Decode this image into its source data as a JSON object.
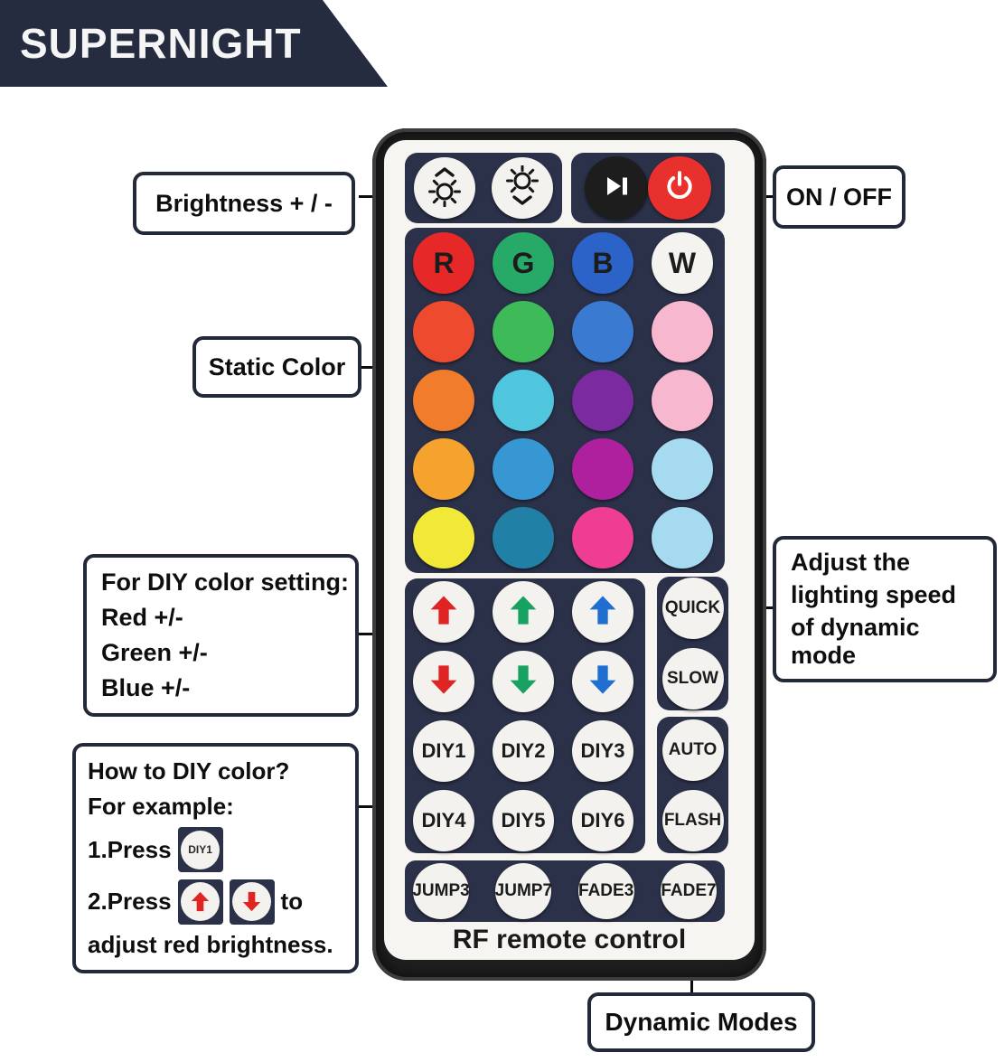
{
  "brand": "SUPERNIGHT",
  "callouts": {
    "brightness": "Brightness + / -",
    "on_off": "ON / OFF",
    "static_color": "Static Color",
    "diy_setting_lines": [
      "For DIY color setting:",
      "Red +/-",
      "Green +/-",
      "Blue +/-"
    ],
    "speed_lines": [
      "Adjust the",
      "lighting speed",
      "of dynamic mode"
    ],
    "how_to": {
      "title": "How to DIY color?",
      "example": "For example:",
      "step1_prefix": "1.Press",
      "step1_chip": "DIY1",
      "step2_prefix": "2.Press",
      "step2_suffix": "to",
      "closing": "adjust red brightness."
    },
    "dynamic_modes": "Dynamic Modes"
  },
  "remote": {
    "footer": "RF remote control",
    "top_buttons": [
      {
        "icon": "brightness-up-icon",
        "bg": "#f3f2ee"
      },
      {
        "icon": "brightness-down-icon",
        "bg": "#f3f2ee"
      },
      {
        "icon": "play-pause-icon",
        "bg": "#1d1d1d"
      },
      {
        "icon": "power-icon",
        "bg": "#e8312d"
      }
    ],
    "color_grid": [
      {
        "label": "R",
        "color": "#e62828"
      },
      {
        "label": "G",
        "color": "#27a968"
      },
      {
        "label": "B",
        "color": "#2b63c8"
      },
      {
        "label": "W",
        "color": "#f4f3ef"
      },
      {
        "color": "#ee4a2e"
      },
      {
        "color": "#3fba58"
      },
      {
        "color": "#3a7ad0"
      },
      {
        "color": "#f7b7ce"
      },
      {
        "color": "#f07c2c"
      },
      {
        "color": "#4fc6de"
      },
      {
        "color": "#7b2aa0"
      },
      {
        "color": "#f7b7ce"
      },
      {
        "color": "#f6a22f"
      },
      {
        "color": "#3697d2"
      },
      {
        "color": "#ae209d"
      },
      {
        "color": "#a6daf0"
      },
      {
        "color": "#f2e838"
      },
      {
        "color": "#2080a6"
      },
      {
        "color": "#ee3d92"
      },
      {
        "color": "#a6daf0"
      }
    ],
    "arrows": [
      {
        "dir": "up",
        "color": "#e02424"
      },
      {
        "dir": "up",
        "color": "#17a261"
      },
      {
        "dir": "up",
        "color": "#1e6fd0"
      },
      {
        "dir": "down",
        "color": "#e02424"
      },
      {
        "dir": "down",
        "color": "#17a261"
      },
      {
        "dir": "down",
        "color": "#1e6fd0"
      }
    ],
    "diy_buttons": [
      "DIY1",
      "DIY2",
      "DIY3",
      "DIY4",
      "DIY5",
      "DIY6"
    ],
    "speed_buttons": [
      "QUICK",
      "SLOW"
    ],
    "mode_buttons": [
      "AUTO",
      "FLASH"
    ],
    "bottom_buttons": [
      "JUMP3",
      "JUMP7",
      "FADE3",
      "FADE7"
    ],
    "accent_colors": {
      "body": "#1f1f1f",
      "face": "#f6f5f2",
      "panel": "#2b3149",
      "power_red": "#e8312d"
    }
  }
}
